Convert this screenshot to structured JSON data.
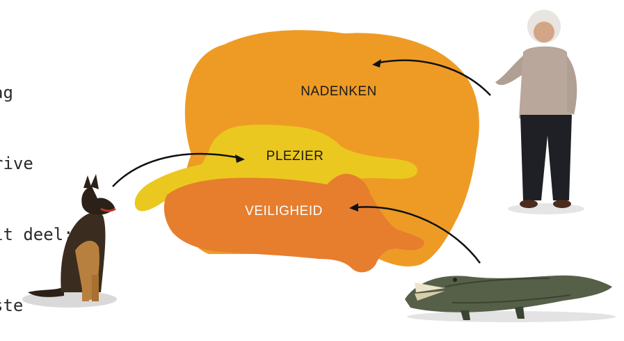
{
  "side_text": [
    "ag",
    "rive",
    "it deel:",
    "ste"
  ],
  "brain": {
    "top_label": "NADENKEN",
    "middle_label": "PLEZIER",
    "bottom_label": "VEILIGHEID"
  },
  "colors": {
    "neocortex": "#ee9b25",
    "limbic": "#ebc81f",
    "reptilian": "#e67e2e",
    "text_dark": "#1a1a1a"
  },
  "figures": {
    "left": "dog-icon",
    "top_right": "thinker-person-icon",
    "bottom_right": "crocodile-icon"
  }
}
